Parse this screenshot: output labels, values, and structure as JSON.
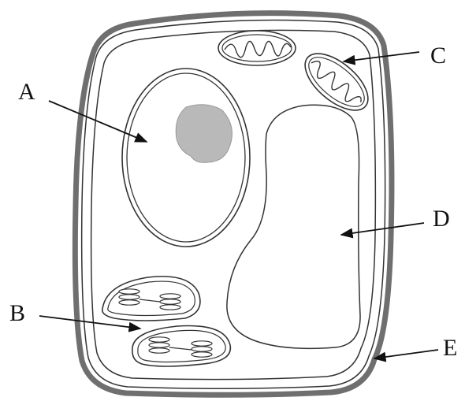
{
  "labels": {
    "a": "A",
    "b": "B",
    "c": "C",
    "d": "D",
    "e": "E"
  },
  "colors": {
    "wall": "#6f6f6f",
    "nucleolus": "#b9b9b9",
    "outline": "#333333"
  }
}
